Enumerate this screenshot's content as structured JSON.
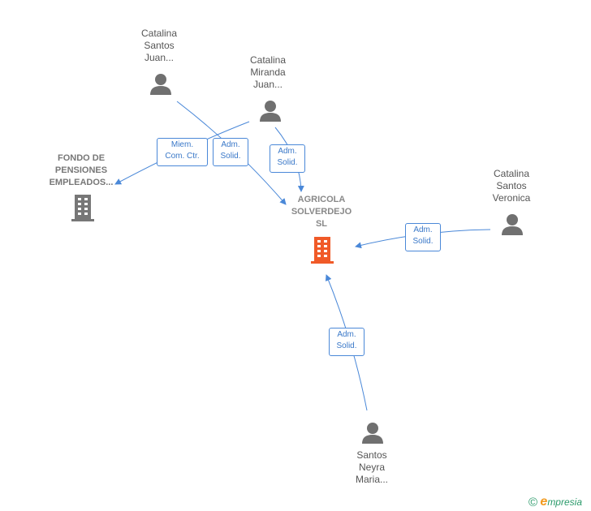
{
  "nodes": {
    "catalina_santos_juan": {
      "line1": "Catalina",
      "line2": "Santos",
      "line3": "Juan..."
    },
    "catalina_miranda_juan": {
      "line1": "Catalina",
      "line2": "Miranda",
      "line3": "Juan..."
    },
    "fondo": {
      "line1": "FONDO DE",
      "line2": "PENSIONES",
      "line3": "EMPLEADOS..."
    },
    "agricola": {
      "line1": "AGRICOLA",
      "line2": "SOLVERDEJO",
      "line3": "SL"
    },
    "catalina_santos_veronica": {
      "line1": "Catalina",
      "line2": "Santos",
      "line3": "Veronica"
    },
    "santos_neyra_maria": {
      "line1": "Santos",
      "line2": "Neyra",
      "line3": "Maria..."
    }
  },
  "edges": {
    "miem": {
      "line1": "Miem.",
      "line2": "Com. Ctr."
    },
    "adm1": {
      "line1": "Adm.",
      "line2": "Solid."
    },
    "adm2": {
      "line1": "Adm.",
      "line2": "Solid."
    },
    "adm3": {
      "line1": "Adm.",
      "line2": "Solid."
    },
    "adm4": {
      "line1": "Adm.",
      "line2": "Solid."
    }
  },
  "colors": {
    "edge": "#4a88d8",
    "person": "#707070",
    "company": "#777777",
    "main_company": "#f05a28"
  },
  "brand": {
    "copyright": "©",
    "name_initial": "e",
    "name_rest": "mpresia"
  }
}
